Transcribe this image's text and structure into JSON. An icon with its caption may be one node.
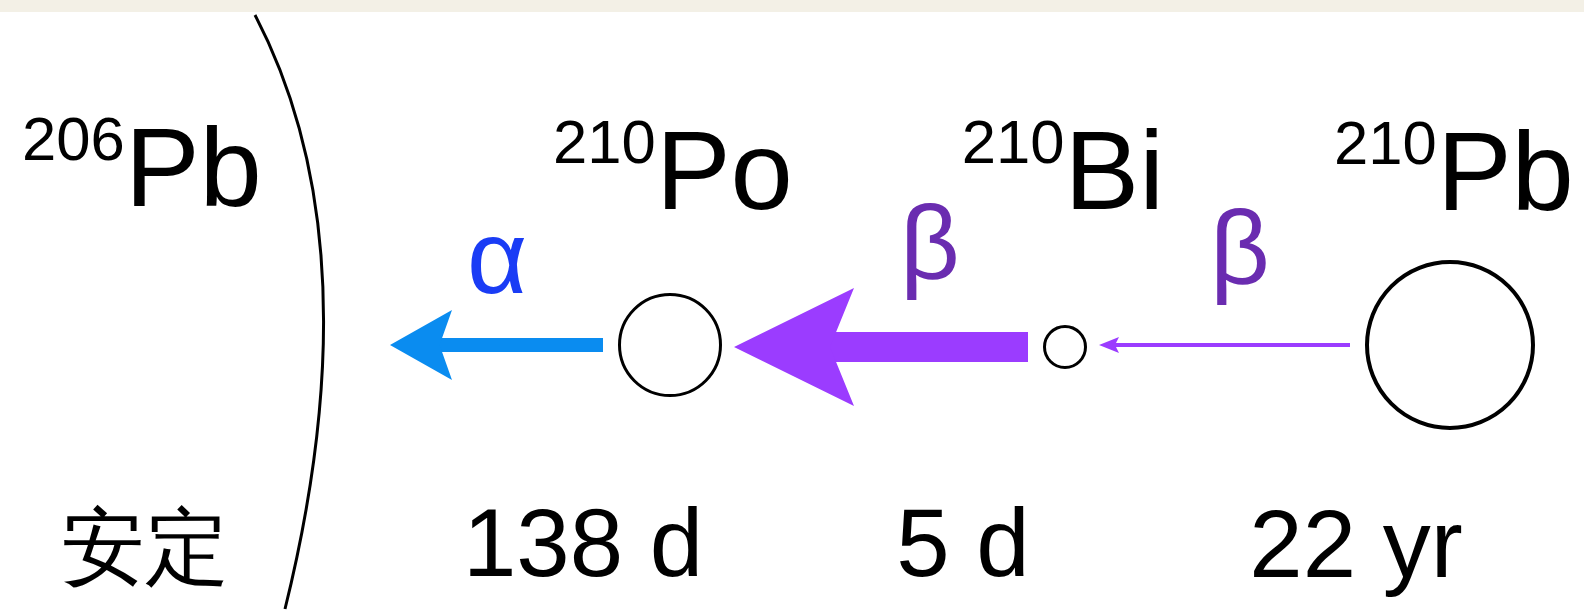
{
  "diagram": {
    "nodes": [
      {
        "text": [
          "$^{210}$Pb"
        ],
        "beside": [
          "22 yr"
        ]
      },
      {
        "text": [
          "$^{210}$Bi"
        ],
        "beside": [
          "5 d"
        ]
      },
      {
        "text": [
          "$^{210}$Po"
        ],
        "beside": [
          "138 d"
        ]
      },
      {
        "text": [
          "$^{206}$Pb",
          "安定"
        ]
      }
    ],
    "edges": [
      {
        "from": 0,
        "to": 1,
        "arrow": "to",
        "label": "β"
      },
      {
        "from": 1,
        "to": 2,
        "arrow": "to",
        "label": "β",
        "style": "thick"
      },
      {
        "from": 2,
        "to": 3,
        "arrow": "to",
        "label": "α",
        "color": "#0a8cf0"
      }
    ]
  }
}
